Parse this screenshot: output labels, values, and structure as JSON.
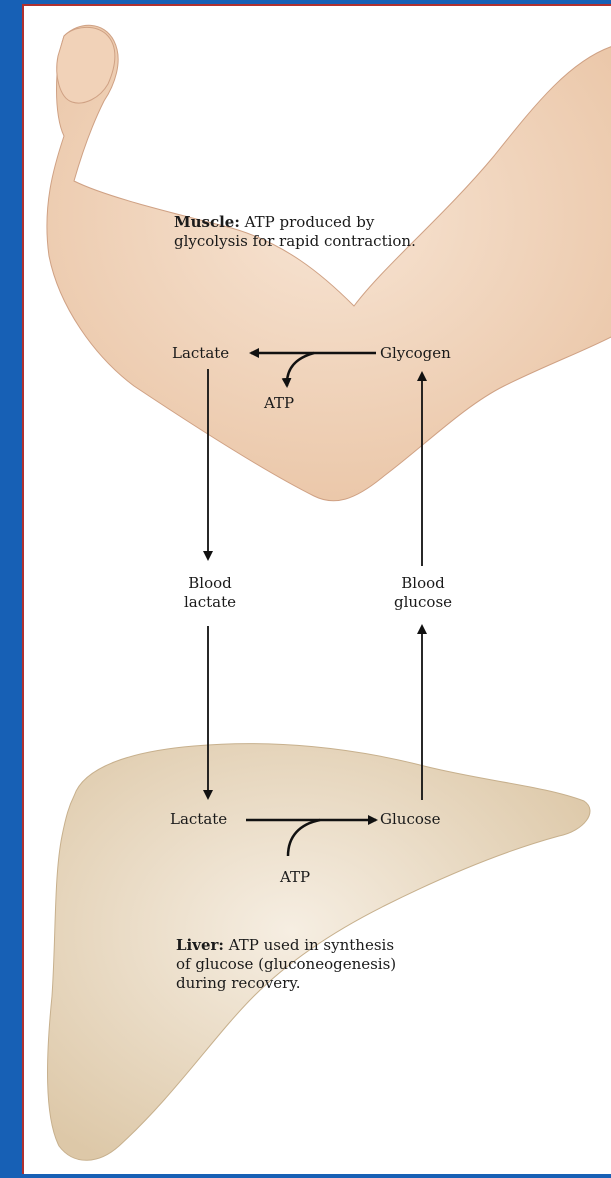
{
  "colors": {
    "border_blue": "#1760b5",
    "border_red": "#b0312f",
    "skin": "#f3d6bd",
    "liver": "#eadcc4",
    "arrow": "#111111"
  },
  "muscle": {
    "caption_bold": "Muscle:",
    "caption_line1": " ATP produced by",
    "caption_line2": "glycolysis for rapid contraction.",
    "lactate": "Lactate",
    "glycogen": "Glycogen",
    "atp": "ATP"
  },
  "blood": {
    "lactate_line1": "Blood",
    "lactate_line2": "lactate",
    "glucose_line1": "Blood",
    "glucose_line2": "glucose"
  },
  "liver": {
    "lactate": "Lactate",
    "glucose": "Glucose",
    "atp": "ATP",
    "caption_bold": "Liver:",
    "caption_line1": " ATP used in synthesis",
    "caption_line2": "of glucose (gluconeogenesis)",
    "caption_line3": "during recovery."
  }
}
